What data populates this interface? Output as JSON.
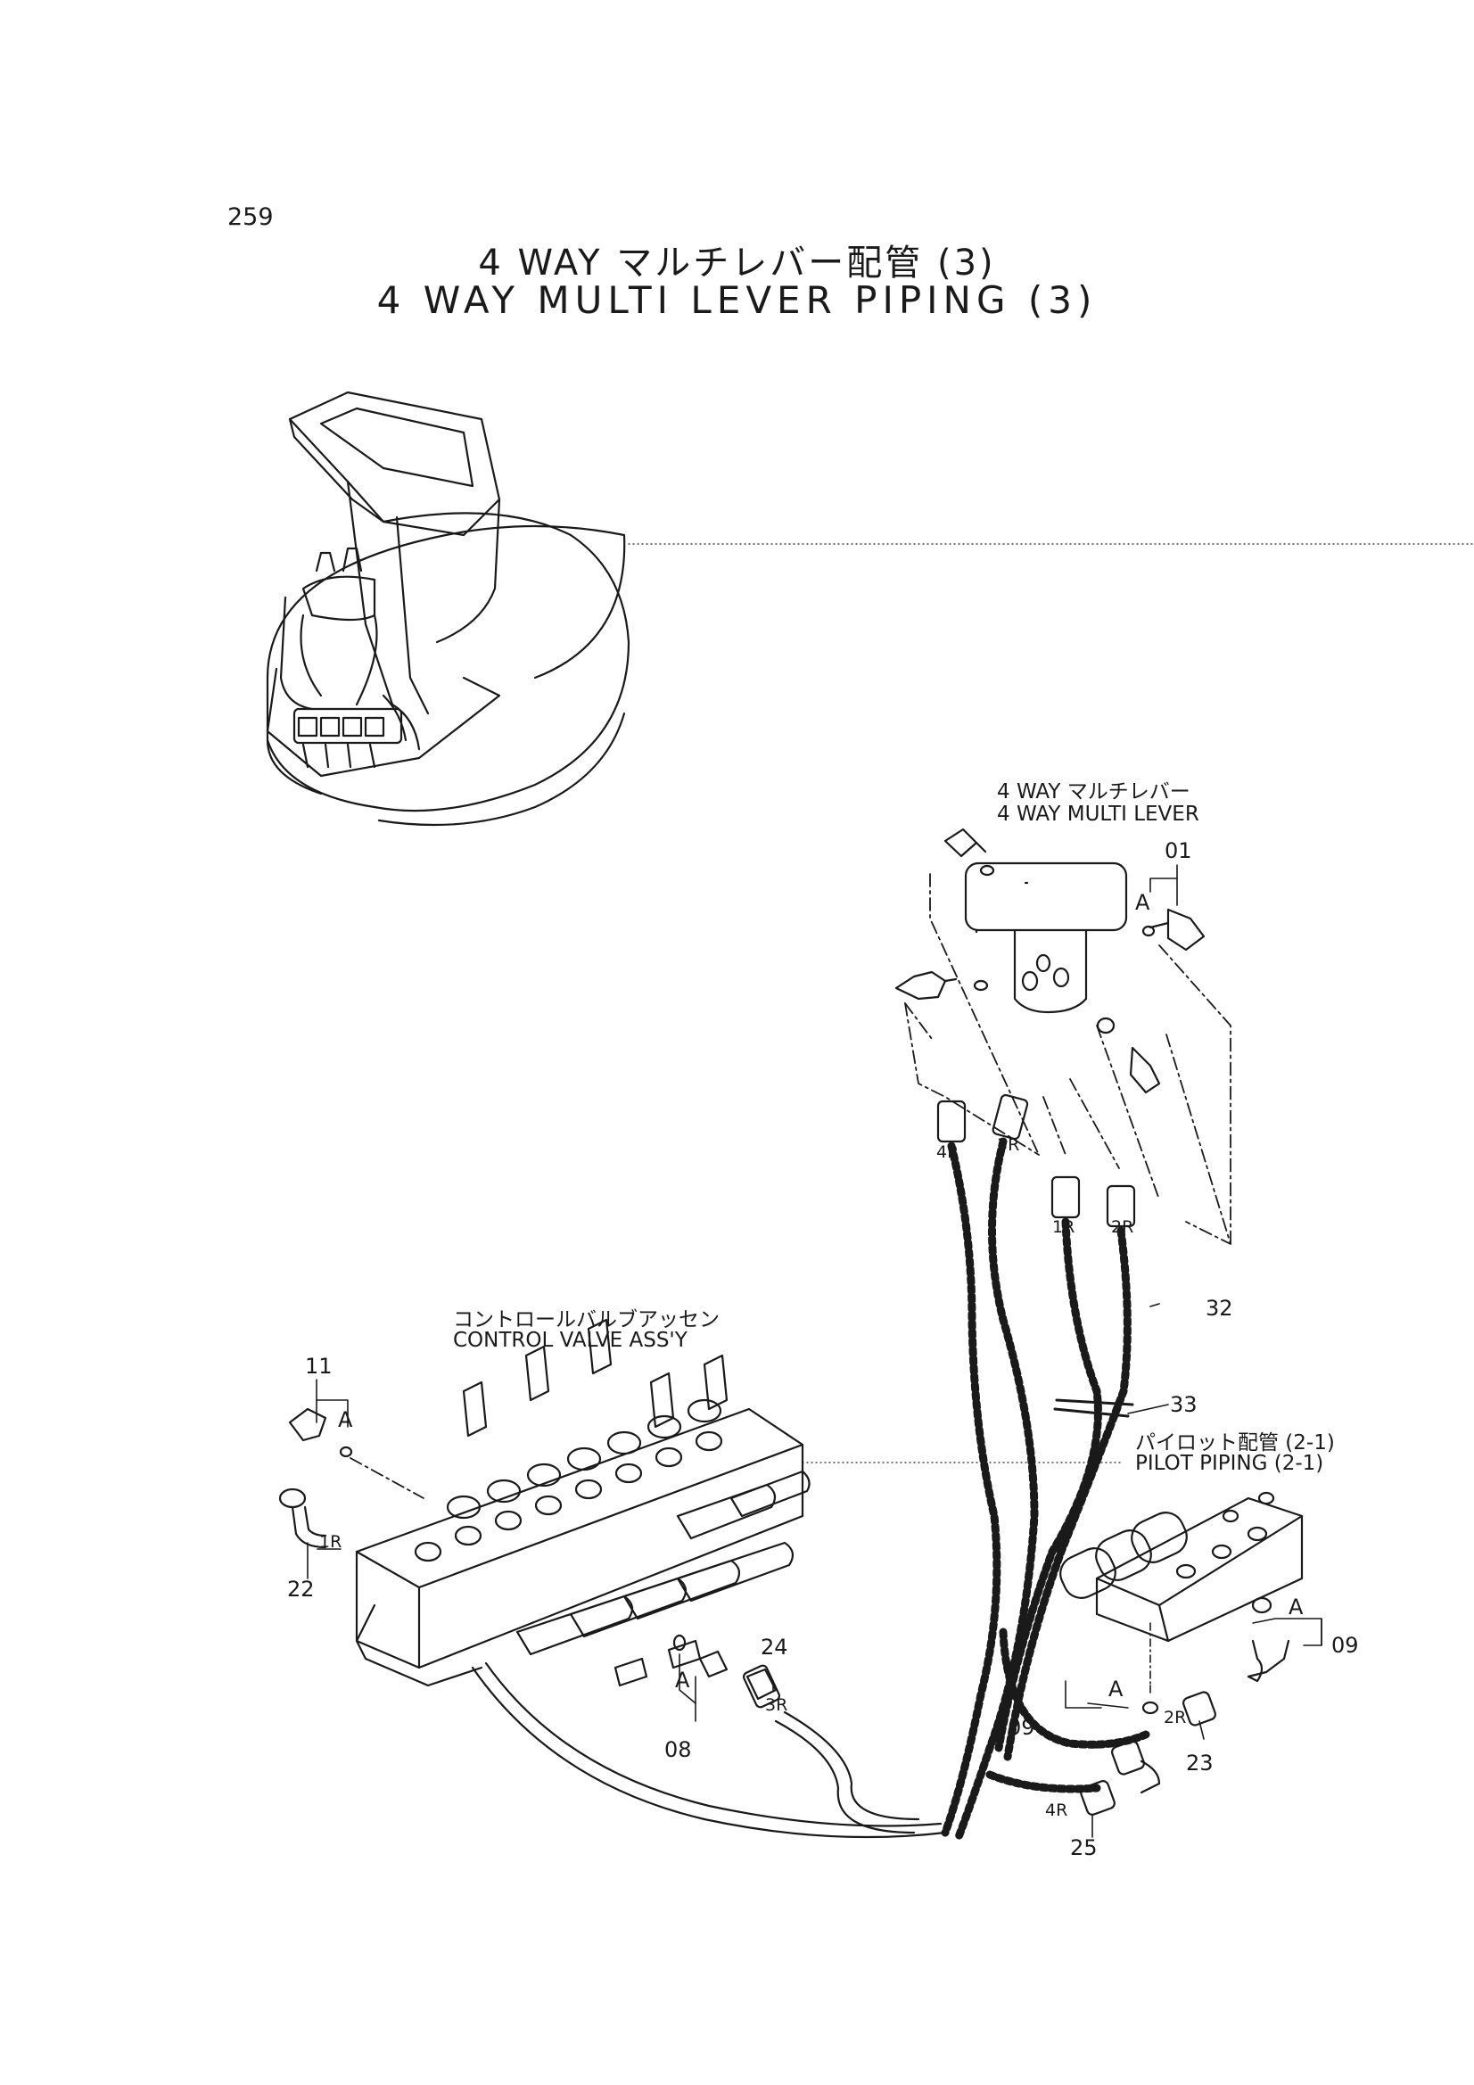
{
  "page_number": "259",
  "title_jp": "4 WAY マルチレバー配管 (3)",
  "title_en": "4 WAY MULTI LEVER PIPING (3)",
  "components": {
    "multi_lever_jp": "4 WAY マルチレバー",
    "multi_lever_en": "4 WAY MULTI LEVER",
    "control_valve_jp": "コントロールバルブアッセン",
    "control_valve_en": "CONTROL VALVE ASS'Y",
    "pilot_piping_jp": "パイロット配管 (2-1)",
    "pilot_piping_en": "PILOT PIPING (2-1)"
  },
  "callouts": {
    "p01": "01",
    "p08": "08",
    "p09a": "09",
    "p09b": "09",
    "p11": "11",
    "p22": "22",
    "p23": "23",
    "p24": "24",
    "p25": "25",
    "p32": "32",
    "p33": "33"
  },
  "section_marks": {
    "a1": "A",
    "a2": "A",
    "a3": "A",
    "a4": "A",
    "a5": "A"
  },
  "port_labels": {
    "r1_top": "1R",
    "r2_top": "2R",
    "r3_top": "3R",
    "r4_top": "4R",
    "r1_valve": "1R",
    "r3_valve": "3R",
    "r2_pilot": "2R",
    "r4_pilot": "4R"
  }
}
